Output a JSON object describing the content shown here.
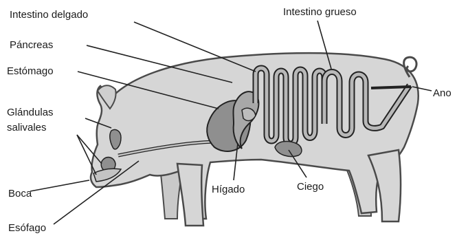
{
  "diagram": {
    "labels": {
      "intestino_delgado": "Intestino delgado",
      "intestino_grueso": "Intestino grueso",
      "pancreas": "Páncreas",
      "estomago": "Estómago",
      "glandulas_line1": "Glándulas",
      "glandulas_line2": "salivales",
      "boca": "Boca",
      "esofago": "Esófago",
      "higado": "Hígado",
      "ciego": "Ciego",
      "ano": "Ano"
    },
    "colors": {
      "body_fill": "#d6d6d6",
      "body_stroke": "#4a4a4a",
      "organ_dark": "#8f8f8f",
      "organ_light": "#c4c4c4",
      "line": "#222222"
    }
  }
}
